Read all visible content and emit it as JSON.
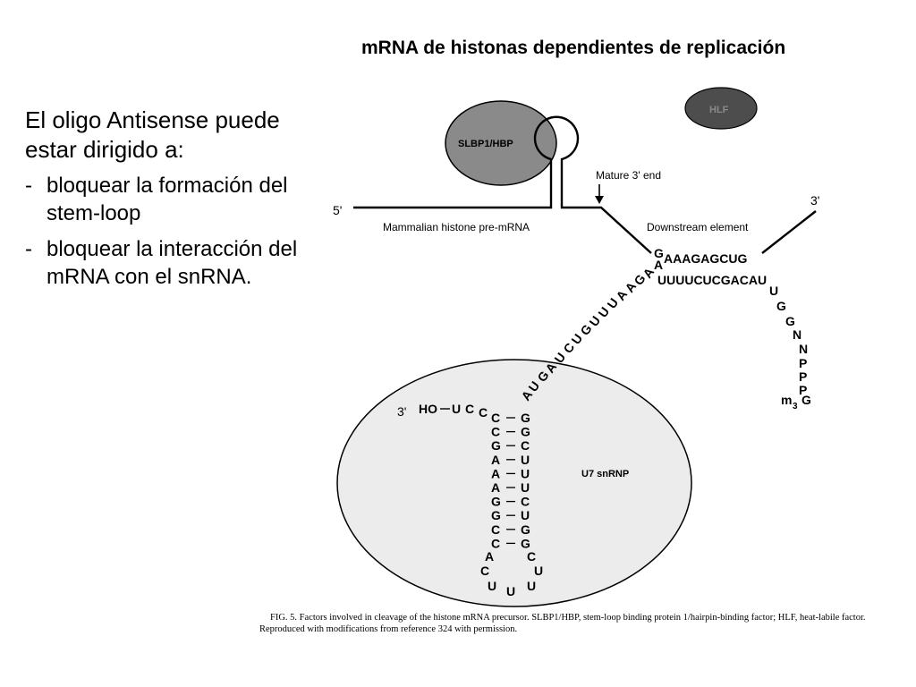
{
  "slide": {
    "title": "mRNA de histonas dependientes de replicación",
    "intro": "El oligo Antisense puede estar dirigido a:",
    "bullets": [
      {
        "dash": "-",
        "text": "bloquear la formación del stem-loop"
      },
      {
        "dash": "-",
        "text": "bloquear la interacción del mRNA con el snRNA."
      }
    ]
  },
  "diagram": {
    "five_prime": "5'",
    "three_prime_top": "3'",
    "three_prime_u7": "3'",
    "slbp_label": "SLBP1/HBP",
    "hlf_label": "HLF",
    "mature_label": "Mature 3' end",
    "premrna_label": "Mammalian histone pre-mRNA",
    "downstream_label": "Downstream element",
    "u7_label": "U7 snRNP",
    "mrna_row1_first": "G",
    "mrna_row1_rest": "AAAGAGCUG",
    "mrna_row2_first": "A",
    "mrna_row2_rest": "UUUUCUCGACAU",
    "u7_tail": [
      "U",
      "G",
      "G",
      "N",
      "N",
      "P",
      "P",
      "P"
    ],
    "m3g": "m",
    "m3g_sub": "3",
    "m3g_end": "G",
    "diag_letters": [
      "A",
      "U",
      "G",
      "A",
      "U",
      "C",
      "U",
      "G",
      "U",
      "U",
      "U",
      "A",
      "A",
      "G",
      "A"
    ],
    "ho_label": "HO",
    "ho_u": "U",
    "ho_c1": "C",
    "ho_c2": "C",
    "left_column": [
      "C",
      "C",
      "G",
      "A",
      "A",
      "A",
      "G",
      "G",
      "C",
      "C"
    ],
    "right_column": [
      "G",
      "G",
      "C",
      "U",
      "U",
      "U",
      "C",
      "U",
      "G",
      "G"
    ],
    "loop_left": [
      "A",
      "C",
      "U"
    ],
    "loop_bottom": "U",
    "loop_right": [
      "C",
      "U",
      "U"
    ]
  },
  "caption": {
    "line1": "FIG. 5. Factors involved in cleavage of the histone mRNA precursor. SLBP1/HBP, stem-loop binding protein 1/hairpin-binding factor; HLF, heat-labile factor.",
    "line2": "Reproduced with modifications from reference 324 with permission."
  },
  "colors": {
    "slbp_fill": "#8a8a8a",
    "hlf_fill": "#4d4d4d",
    "u7_fill": "#ececec"
  }
}
